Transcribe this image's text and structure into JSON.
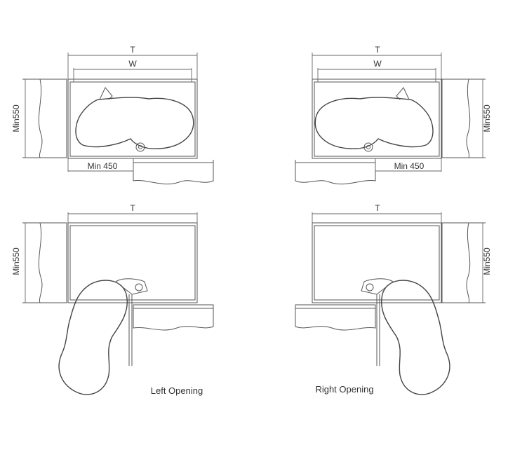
{
  "dimensions": {
    "t": "T",
    "w": "W",
    "min_depth": "Min550",
    "min_opening": "Min 450"
  },
  "captions": {
    "left": "Left Opening",
    "right": "Right Opening"
  }
}
